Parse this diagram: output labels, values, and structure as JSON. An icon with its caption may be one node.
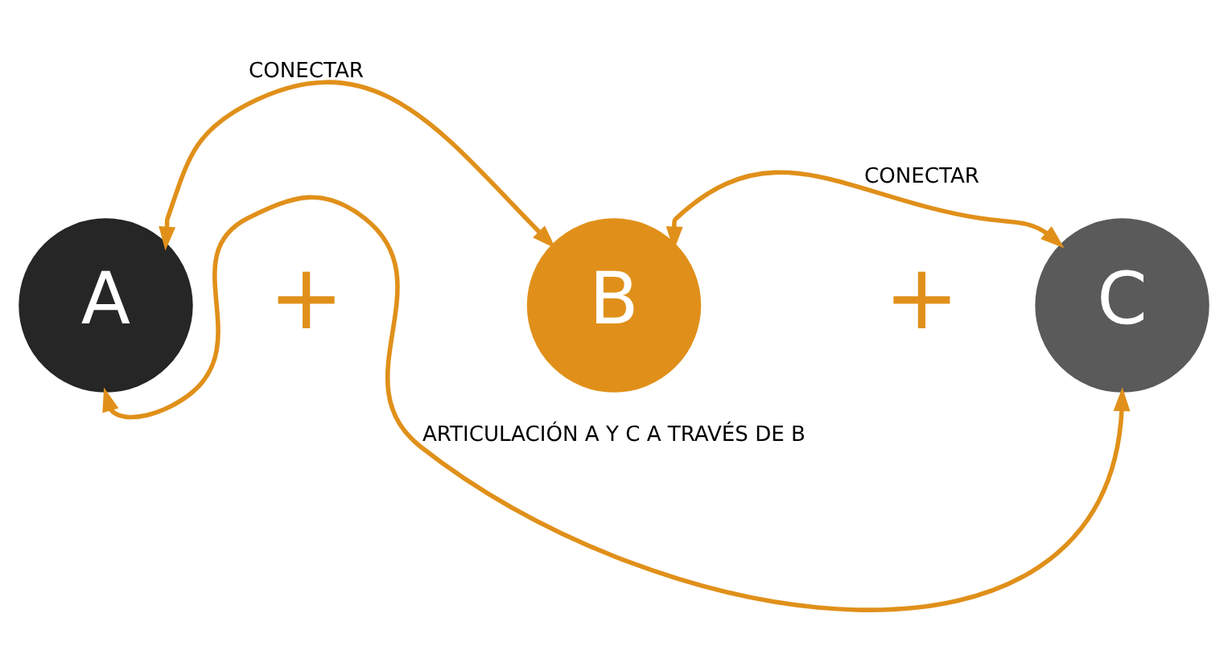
{
  "diagram": {
    "nodes": [
      {
        "text": [
          "A"
        ]
      },
      {
        "text": [
          "B"
        ]
      },
      {
        "text": [
          "C"
        ]
      }
    ],
    "edges": [
      {
        "from": 0,
        "to": 1,
        "arrow": "both",
        "label": "CONECTAR"
      },
      {
        "from": 1,
        "to": 2,
        "arrow": "both",
        "label": "CONECTAR"
      },
      {
        "from": 0,
        "to": 2,
        "arrow": "both",
        "label": "ARTICULACIÓN A Y C A TRAVÉS DE B"
      }
    ],
    "labels": [
      "+",
      "+"
    ]
  }
}
